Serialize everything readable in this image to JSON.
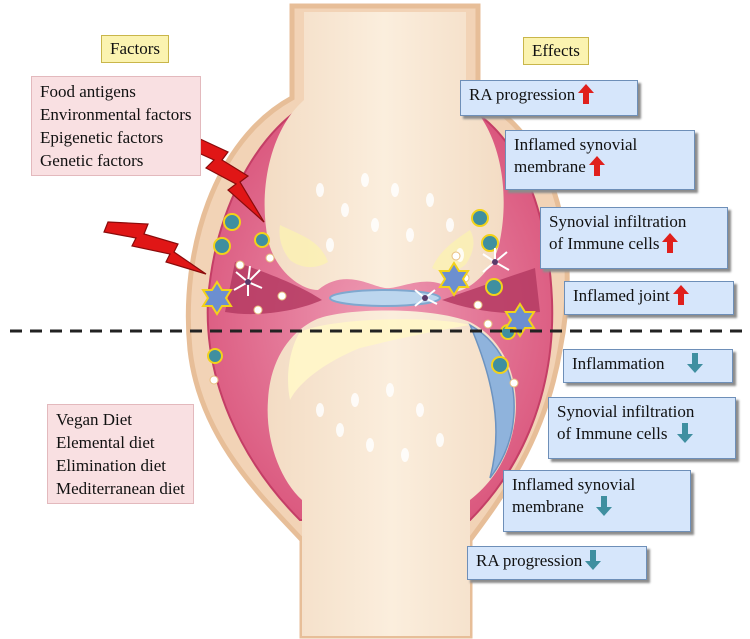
{
  "headers": {
    "factors": "Factors",
    "effects": "Effects"
  },
  "risk_factors": [
    "Food antigens",
    "Environmental factors",
    "Epigenetic factors",
    "Genetic factors"
  ],
  "diets": [
    "Vegan Diet",
    "Elemental diet",
    "Elimination diet",
    "Mediterranean diet"
  ],
  "effects_up": [
    {
      "lines": [
        "RA progression"
      ],
      "direction": "up"
    },
    {
      "lines": [
        "Inflamed synovial",
        "membrane"
      ],
      "direction": "up"
    },
    {
      "lines": [
        "Synovial infiltration",
        "of Immune cells"
      ],
      "direction": "up"
    },
    {
      "lines": [
        "Inflamed joint"
      ],
      "direction": "up"
    }
  ],
  "effects_down": [
    {
      "lines": [
        "Inflammation"
      ],
      "direction": "down"
    },
    {
      "lines": [
        "Synovial infiltration",
        "of Immune cells"
      ],
      "direction": "down"
    },
    {
      "lines": [
        "Inflamed synovial",
        "membrane"
      ],
      "direction": "down"
    },
    {
      "lines": [
        "RA progression"
      ],
      "direction": "down"
    }
  ],
  "colors": {
    "up_arrow": "#e0201c",
    "down_arrow": "#3f8fa0",
    "synovium": "#d9537a",
    "bone": "#f6e4cf",
    "lightning": "#e01616"
  },
  "icons": [
    "lightning-bolt-icon",
    "immune-cell-icon",
    "star-cell-icon",
    "up-arrow-icon",
    "down-arrow-icon"
  ]
}
